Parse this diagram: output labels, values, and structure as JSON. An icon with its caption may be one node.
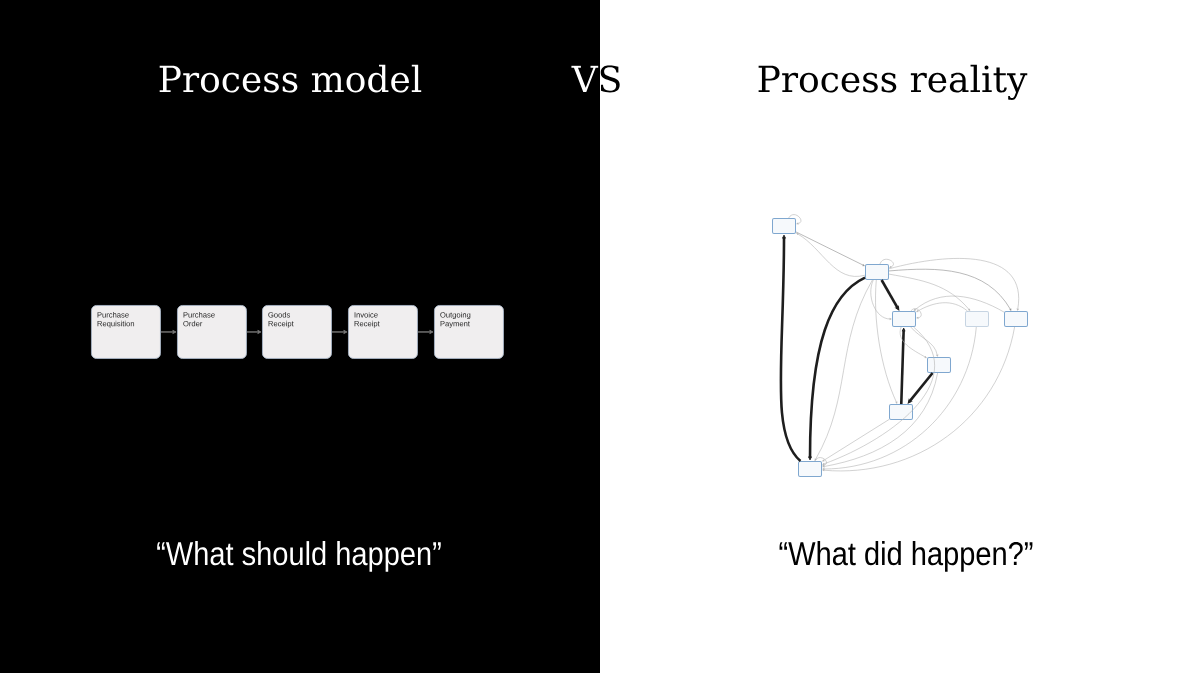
{
  "diagram": {
    "nodes": [
      {
        "text": [
          "Purchase Requisition"
        ]
      },
      {
        "text": [
          "Purchase Order"
        ]
      },
      {
        "text": [
          "Goods Receipt"
        ]
      },
      {
        "text": [
          "Invoice Receipt"
        ]
      },
      {
        "text": [
          "Outgoing Payment"
        ]
      },
      {
        "text": [],
        "shape": "box"
      },
      {
        "text": [],
        "shape": "box"
      },
      {
        "text": [],
        "shape": "box"
      },
      {
        "text": [],
        "shape": "box"
      },
      {
        "text": [],
        "shape": "box"
      },
      {
        "text": [],
        "shape": "box"
      },
      {
        "text": [],
        "shape": "box"
      },
      {
        "text": [],
        "shape": "box"
      }
    ],
    "edges": [
      {
        "from": 0,
        "to": 1,
        "arrow": "to",
        "color": "#777777"
      },
      {
        "from": 1,
        "to": 2,
        "arrow": "to",
        "color": "#777777"
      },
      {
        "from": 2,
        "to": 3,
        "arrow": "to",
        "color": "#777777"
      },
      {
        "from": 3,
        "to": 4,
        "arrow": "to",
        "color": "#777777"
      },
      {
        "from": 5,
        "to": 6,
        "arrow": "to",
        "color": "#8c8c8c"
      },
      {
        "from": 6,
        "to": 5,
        "arrow": "to"
      },
      {
        "from": 12,
        "to": 5,
        "arrow": "to",
        "style": "thick",
        "color": "#1e1e1e"
      },
      {
        "from": 6,
        "to": 12,
        "arrow": "to",
        "style": "thick",
        "color": "#1e1e1e"
      },
      {
        "from": 6,
        "to": 12,
        "arrow": "to"
      },
      {
        "from": 6,
        "to": 11,
        "arrow": "to"
      },
      {
        "from": 6,
        "to": 7,
        "arrow": "to",
        "style": "thick",
        "color": "#1e1e1e"
      },
      {
        "from": 6,
        "to": 7,
        "arrow": "to"
      },
      {
        "from": 6,
        "to": 8,
        "arrow": "to"
      },
      {
        "from": 6,
        "to": 9,
        "arrow": "to",
        "color": "#8c8c8c"
      },
      {
        "from": 6,
        "to": 9,
        "arrow": "to"
      },
      {
        "from": 8,
        "to": 7,
        "arrow": "to"
      },
      {
        "from": 9,
        "to": 7,
        "arrow": "to"
      },
      {
        "from": 11,
        "to": 7,
        "arrow": "to",
        "style": "thick",
        "color": "#1e1e1e"
      },
      {
        "from": 7,
        "to": 10,
        "arrow": "to"
      },
      {
        "from": 7,
        "to": 10,
        "arrow": "to"
      },
      {
        "from": 10,
        "to": 11,
        "arrow": "to",
        "style": "thick",
        "color": "#1e1e1e"
      },
      {
        "from": 7,
        "to": 12,
        "arrow": "to"
      },
      {
        "from": 11,
        "to": 12,
        "arrow": "to"
      },
      {
        "from": 8,
        "to": 12,
        "arrow": "to"
      },
      {
        "from": 9,
        "to": 12,
        "arrow": "to"
      },
      {
        "from": 10,
        "to": 12,
        "arrow": "to"
      },
      {
        "from": 5,
        "to": 5,
        "arrow": "to"
      },
      {
        "from": 6,
        "to": 6,
        "arrow": "to"
      },
      {
        "from": 7,
        "to": 7,
        "arrow": "to"
      },
      {
        "from": 12,
        "to": 12,
        "arrow": "to"
      }
    ],
    "labels": [
      "Process model",
      "VS",
      "Process reality",
      "“What should happen”",
      "“What did happen?”"
    ]
  }
}
